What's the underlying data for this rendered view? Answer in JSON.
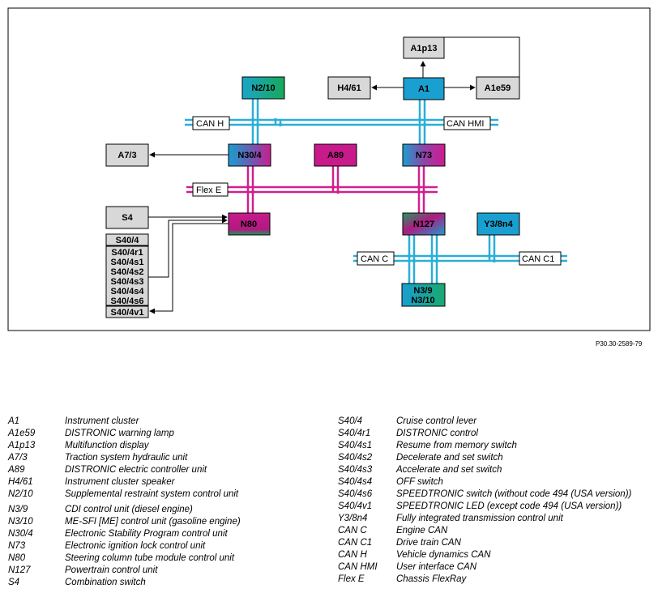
{
  "diagram": {
    "nodes": {
      "a1p13": "A1p13",
      "h461": "H4/61",
      "a1": "A1",
      "a1e59": "A1e59",
      "n210": "N2/10",
      "a73": "A7/3",
      "n304": "N30/4",
      "a89": "A89",
      "n73": "N73",
      "s4": "S4",
      "n80": "N80",
      "n127": "N127",
      "y38n4": "Y3/8n4",
      "n39": "N3/9",
      "n310": "N3/10",
      "s404": "S40/4",
      "s404r1": "S40/4r1",
      "s404s1": "S40/4s1",
      "s404s2": "S40/4s2",
      "s404s3": "S40/4s3",
      "s404s4": "S40/4s4",
      "s404s6": "S40/4s6",
      "s404v1": "S40/4v1"
    },
    "buses": {
      "can_h": "CAN H",
      "can_hmi": "CAN HMI",
      "flex_e": "Flex E",
      "can_c": "CAN C",
      "can_c1": "CAN C1"
    }
  },
  "reference": "P30.30-2589-79",
  "legend_left": [
    {
      "code": "A1",
      "desc": "Instrument cluster"
    },
    {
      "code": "A1e59",
      "desc": "DISTRONIC warning lamp"
    },
    {
      "code": "A1p13",
      "desc": "Multifunction display"
    },
    {
      "code": "A7/3",
      "desc": "Traction system hydraulic unit"
    },
    {
      "code": "A89",
      "desc": "DISTRONIC electric controller unit"
    },
    {
      "code": "H4/61",
      "desc": "Instrument cluster speaker"
    },
    {
      "code": "N2/10",
      "desc": "Supplemental restraint system control unit"
    },
    {
      "code": "N3/9",
      "desc": "CDI control unit (diesel engine)"
    },
    {
      "code": "N3/10",
      "desc": "ME-SFI [ME] control unit (gasoline engine)"
    },
    {
      "code": "N30/4",
      "desc": "Electronic Stability Program control unit"
    },
    {
      "code": "N73",
      "desc": "Electronic ignition lock control unit"
    },
    {
      "code": "N80",
      "desc": "Steering column tube module control unit"
    },
    {
      "code": "N127",
      "desc": "Powertrain control unit"
    },
    {
      "code": "S4",
      "desc": "Combination switch"
    }
  ],
  "legend_right": [
    {
      "code": "S40/4",
      "desc": "Cruise control lever"
    },
    {
      "code": "S40/4r1",
      "desc": "DISTRONIC control"
    },
    {
      "code": "S40/4s1",
      "desc": "Resume from memory switch"
    },
    {
      "code": "S40/4s2",
      "desc": "Decelerate and set switch"
    },
    {
      "code": "S40/4s3",
      "desc": "Accelerate and set switch"
    },
    {
      "code": "S40/4s4",
      "desc": "OFF switch"
    },
    {
      "code": "S40/4s6",
      "desc": "SPEEDTRONIC switch (without code 494 (USA version))"
    },
    {
      "code": "S40/4v1",
      "desc": "SPEEDTRONIC LED (except code 494 (USA version))"
    },
    {
      "code": "Y3/8n4",
      "desc": "Fully integrated transmission control unit"
    },
    {
      "code": "CAN C",
      "desc": "Engine CAN"
    },
    {
      "code": "CAN C1",
      "desc": "Drive train CAN"
    },
    {
      "code": "CAN H",
      "desc": "Vehicle dynamics CAN"
    },
    {
      "code": "CAN HMI",
      "desc": "User interface CAN"
    },
    {
      "code": "Flex E",
      "desc": "Chassis FlexRay"
    }
  ]
}
